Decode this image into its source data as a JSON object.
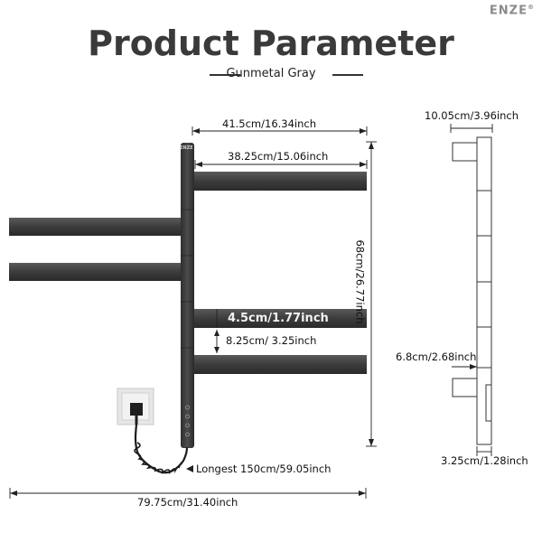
{
  "brand": "ENZE",
  "brand_mark": "®",
  "title": "Product Parameter",
  "subtitle": "Gunmetal Gray",
  "colors": {
    "bar": "#3f3f3f",
    "bar_edge": "#2b2b2b",
    "accent_text": "#f2f2f2",
    "title": "#3a3a3a"
  },
  "dimensions": {
    "total_width": "41.5cm/16.34inch",
    "arm_length": "38.25cm/15.06inch",
    "height": "68cm/26.77inch",
    "bar_thickness": "4.5cm/1.77inch",
    "bar_gap": "8.25cm/ 3.25inch",
    "cord_length": "Longest 150cm/59.05inch",
    "span_width": "79.75cm/31.40inch",
    "side_depth": "10.05cm/3.96inch",
    "side_mid": "6.8cm/2.68inch",
    "side_post": "3.25cm/1.28inch"
  },
  "post_logo": "ENZE"
}
